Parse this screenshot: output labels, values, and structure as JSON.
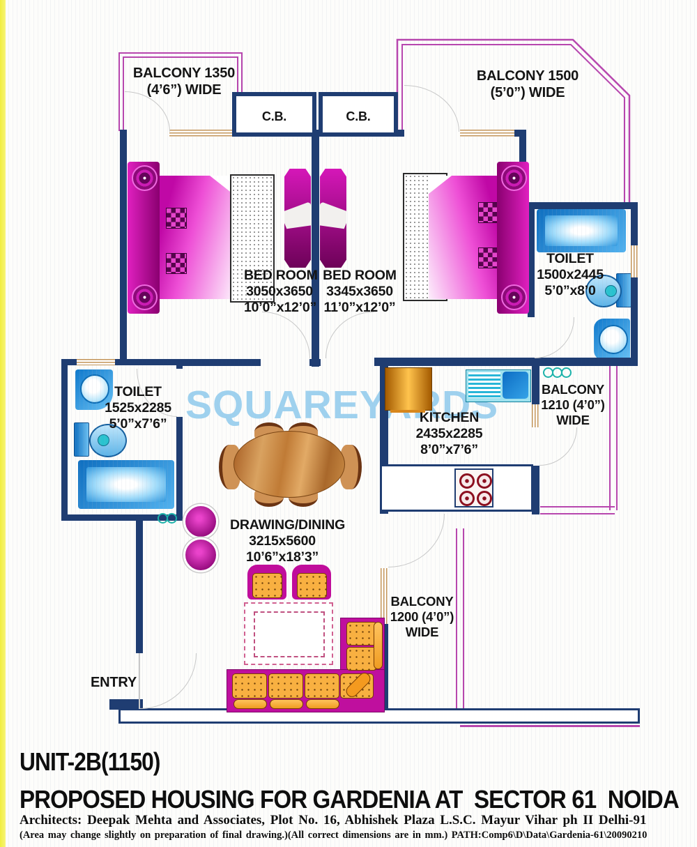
{
  "watermark": "SQUAREYARDS",
  "rooms": {
    "balcony_top_left": {
      "l1": "BALCONY 1350",
      "l2": "(4’6”) WIDE"
    },
    "balcony_top_right": {
      "l1": "BALCONY 1500",
      "l2": "(5’0”) WIDE"
    },
    "cupboard1": "C.B.",
    "cupboard2": "C.B.",
    "bedroom1": {
      "l1": "BED ROOM",
      "l2": "3050x3650",
      "l3": "10’0”x12’0”"
    },
    "bedroom2": {
      "l1": "BED ROOM",
      "l2": "3345x3650",
      "l3": "11’0”x12’0”"
    },
    "toilet_right": {
      "l1": "TOILET",
      "l2": "1500x2445",
      "l3": "5’0”x8’0"
    },
    "toilet_left": {
      "l1": "TOILET",
      "l2": "1525x2285",
      "l3": "5’0”x7’6”"
    },
    "kitchen": {
      "l1": "KITCHEN",
      "l2": "2435x2285",
      "l3": "8’0”x7’6”"
    },
    "balcony_right": {
      "l1": "BALCONY",
      "l2": "1210 (4’0”)",
      "l3": "WIDE"
    },
    "drawing_dining": {
      "l1": "DRAWING/DINING",
      "l2": "3215x5600",
      "l3": "10’6”x18’3”"
    },
    "balcony_bottom": {
      "l1": "BALCONY",
      "l2": "1200 (4’0”)",
      "l3": "WIDE"
    },
    "entry": "ENTRY"
  },
  "footer": {
    "unit": "UNIT-2B(1150)",
    "heading": "PROPOSED HOUSING FOR GARDENIA AT  SECTOR 61  NOIDA",
    "architects": "Architects: Deepak Mehta and Associates, Plot No. 16, Abhishek Plaza L.S.C. Mayur Vihar ph II Delhi-91",
    "note": "(Area may change slightly on preparation of final drawing.)(All correct dimensions are in mm.) PATH:Comp6\\D\\Data\\Gardenia-61\\20090210"
  },
  "colors": {
    "wall_navy": "#1f3d72",
    "balcony_magenta": "#b746ae",
    "furniture_magenta": "#c70ca6",
    "fixture_blue": "#1787d7",
    "counter_orange": "#f2992e",
    "wood_brown": "#c68849",
    "watermark_blue": "#8ec9eb",
    "teal_accent": "#1cb2aa"
  }
}
